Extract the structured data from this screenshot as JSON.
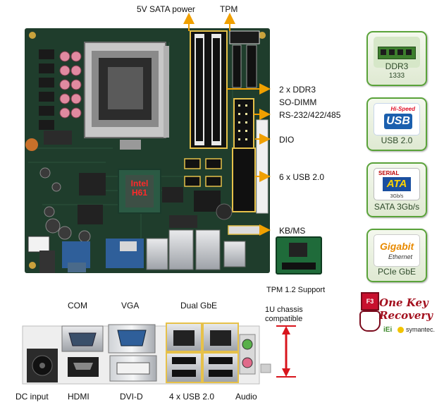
{
  "top_labels": {
    "sata_power": "5V SATA power",
    "tpm": "TPM"
  },
  "right_labels": {
    "ddr3": "2 x DDR3",
    "sodimm": "SO-DIMM",
    "serial": "RS-232/422/485",
    "dio": "DIO",
    "usb": "6 x USB 2.0",
    "kbms": "KB/MS"
  },
  "chip": {
    "line1": "Intel",
    "line2": "H61"
  },
  "tpm_module": "TPM 1.2 Support",
  "io_labels": {
    "com": "COM",
    "vga": "VGA",
    "dual_gbe": "Dual GbE",
    "dc_input": "DC input",
    "hdmi": "HDMI",
    "dvi": "DVI-D",
    "usb4": "4 x USB 2.0",
    "audio": "Audio"
  },
  "chassis": {
    "line1": "1U chassis",
    "line2": "compatible"
  },
  "badges": {
    "ddr3": {
      "line1": "DDR3",
      "line2": "1333"
    },
    "usb": {
      "hi_speed": "Hi-Speed",
      "logo": "USB",
      "text": "USB 2.0"
    },
    "sata": {
      "serial": "SERIAL",
      "logo": "ATA",
      "sub": "3Gb/s",
      "text": "SATA 3Gb/s"
    },
    "gbe": {
      "logo": "Gigabit",
      "sub": "Ethernet",
      "text": "PCIe GbE"
    }
  },
  "recovery": {
    "key": "F3",
    "line1": "One Key",
    "line2": "Recovery",
    "partner1": "iEi",
    "partner2": "symantec."
  },
  "colors": {
    "arrow": "#f0a000",
    "board": "#1f3d2c",
    "chassis_arrow": "#d8141c",
    "badge_border": "#5aa33a"
  }
}
